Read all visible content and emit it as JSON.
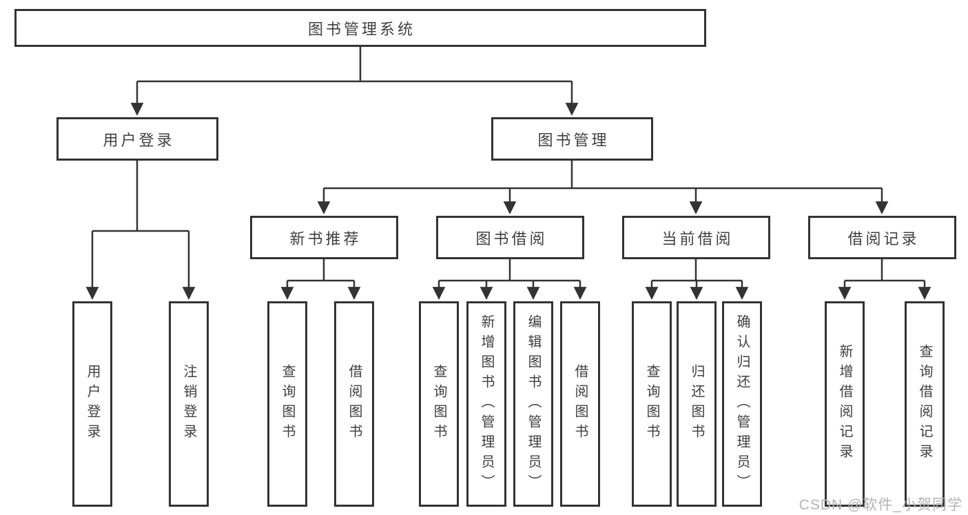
{
  "diagram": {
    "nodes": {
      "root": "图书管理系统",
      "user_login": "用户登录",
      "book_management": "图书管理",
      "new_book_recommendation": "新书推荐",
      "book_borrowing": "图书借阅",
      "current_borrowing": "当前借阅",
      "borrowing_records": "借阅记录"
    },
    "leaves": [
      {
        "parent": "用户登录",
        "label": "用户登录"
      },
      {
        "parent": "用户登录",
        "label": "注销登录"
      },
      {
        "parent": "新书推荐",
        "label": "查询图书"
      },
      {
        "parent": "新书推荐",
        "label": "借阅图书"
      },
      {
        "parent": "图书借阅",
        "label": "查询图书"
      },
      {
        "parent": "图书借阅",
        "label": "新增图书（管理员）"
      },
      {
        "parent": "图书借阅",
        "label": "编辑图书（管理员）"
      },
      {
        "parent": "图书借阅",
        "label": "借阅图书"
      },
      {
        "parent": "当前借阅",
        "label": "查询图书"
      },
      {
        "parent": "当前借阅",
        "label": "归还图书"
      },
      {
        "parent": "当前借阅",
        "label": "确认归还（管理员）"
      },
      {
        "parent": "借阅记录",
        "label": "新增借阅记录"
      },
      {
        "parent": "借阅记录",
        "label": "查询借阅记录"
      }
    ],
    "colors": {
      "line": "#333333",
      "box_border": "#333333",
      "text": "#3f3f3f",
      "background": "#ffffff",
      "watermark": "#b3b3b3"
    }
  },
  "watermark": "CSDN @软件_小贺同学"
}
